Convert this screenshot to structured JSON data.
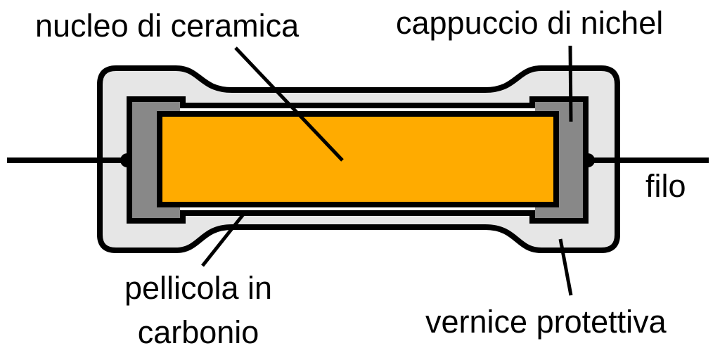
{
  "labels": {
    "core": "nucleo di ceramica",
    "cap": "cappuccio di nichel",
    "wire": "filo",
    "film_line1": "pellicola in",
    "film_line2": "carbonio",
    "coating": "vernice protettiva"
  },
  "colors": {
    "core": "#ffab00",
    "cap": "#888888",
    "coating": "#e6e6e6",
    "outline": "#000000"
  }
}
